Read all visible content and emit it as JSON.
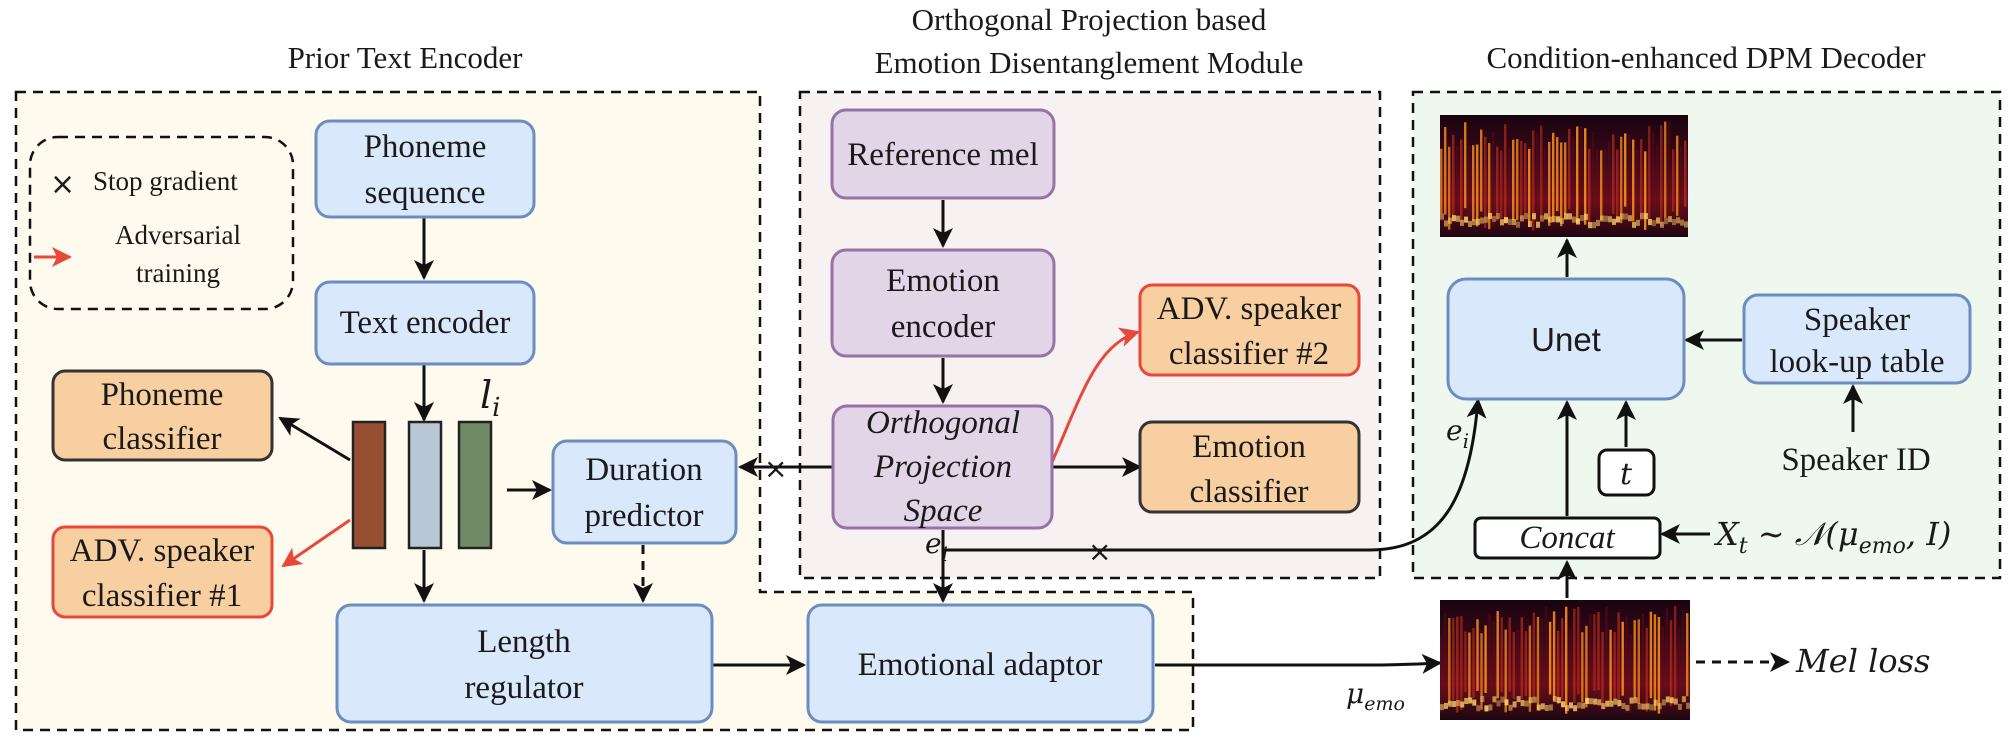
{
  "sections": {
    "prior": "Prior Text Encoder",
    "orthogonal_line1": "Orthogonal Projection based",
    "orthogonal_line2": "Emotion Disentanglement Module",
    "decoder": "Condition-enhanced DPM Decoder"
  },
  "legend": {
    "stop_gradient": "Stop gradient",
    "adversarial_line1": "Adversarial",
    "adversarial_line2": "training"
  },
  "boxes": {
    "phoneme_seq_line1": "Phoneme",
    "phoneme_seq_line2": "sequence",
    "text_encoder": "Text encoder",
    "phoneme_classifier_line1": "Phoneme",
    "phoneme_classifier_line2": "classifier",
    "adv1_line1": "ADV. speaker",
    "adv1_line2": "classifier #1",
    "duration_line1": "Duration",
    "duration_line2": "predictor",
    "length_line1": "Length",
    "length_line2": "regulator",
    "emotional_adaptor": "Emotional adaptor",
    "reference_mel": "Reference mel",
    "emotion_encoder_line1": "Emotion",
    "emotion_encoder_line2": "encoder",
    "ops_line1": "Orthogonal",
    "ops_line2": "Projection",
    "ops_line3": "Space",
    "adv2_line1": "ADV. speaker",
    "adv2_line2": "classifier #2",
    "emotion_classifier_line1": "Emotion",
    "emotion_classifier_line2": "classifier",
    "unet": "Unet",
    "speaker_table_line1": "Speaker",
    "speaker_table_line2": "look-up table",
    "t": "t",
    "concat": "Concat"
  },
  "labels": {
    "li": "l",
    "li_sub": "i",
    "ei": "e",
    "ei_sub": "i",
    "mu": "μ",
    "mu_sub": "emo",
    "speaker_id": "Speaker ID",
    "mel_loss": "Mel loss",
    "xt": "X",
    "xt_sub": "t",
    "xt_rhs1": " ∼ 𝒩(μ",
    "xt_rhs_sub": "emo",
    "xt_rhs2": ", I)"
  },
  "colors": {
    "blue_fill": "#dae8fc",
    "blue_stroke": "#6c8ebf",
    "purple_fill": "#e1d5e7",
    "purple_stroke": "#9673a6",
    "orange_fill": "#f8cfa0",
    "red_stroke": "#e8473a",
    "panel_yellow": "#fefbee",
    "panel_pink": "#f7f1f1",
    "panel_green": "#eef8ee",
    "bar_brown": "#964f33",
    "bar_grayblue": "#b9c7d6",
    "bar_green": "#6f8a64"
  }
}
